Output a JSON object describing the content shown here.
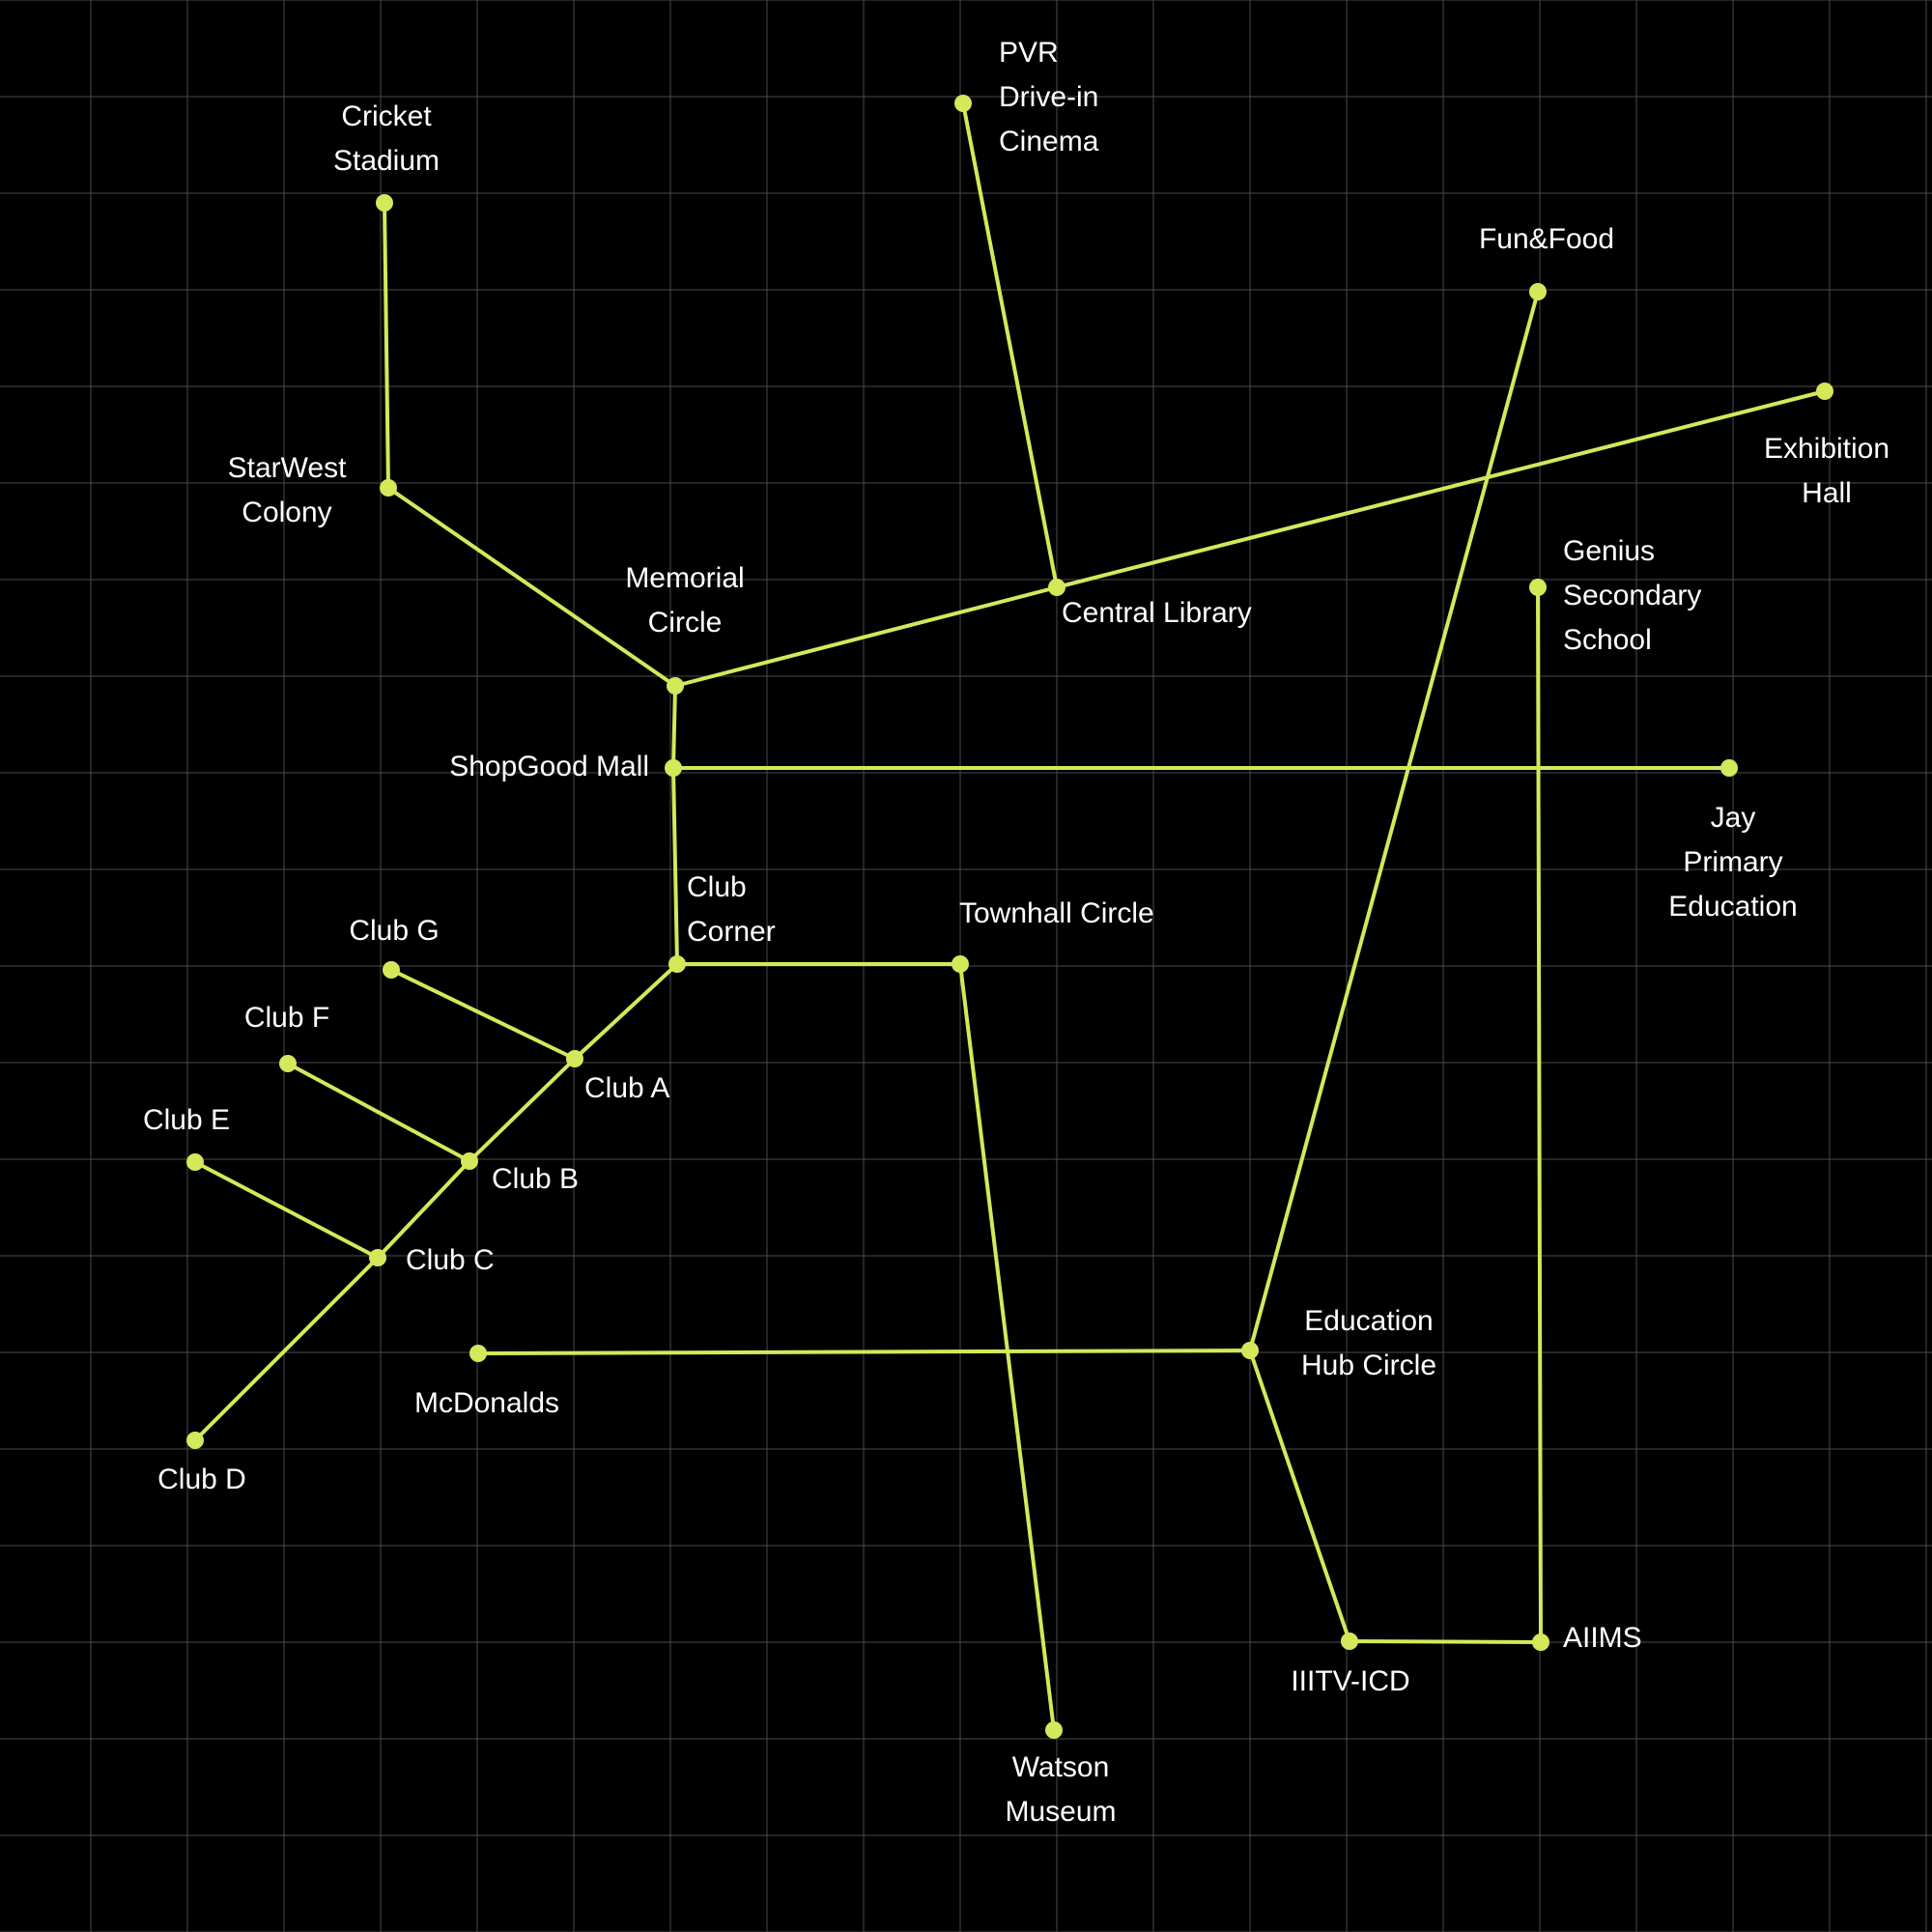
{
  "theme": {
    "background": "#000000",
    "grid": "#4a4a4a",
    "road": "#d4e85a",
    "text": "#ffffff"
  },
  "places": [
    {
      "id": "cricket-stadium",
      "lines": [
        "Cricket",
        "Stadium"
      ]
    },
    {
      "id": "starwest-colony",
      "lines": [
        "StarWest",
        "Colony"
      ]
    },
    {
      "id": "pvr-drive-in-cinema",
      "lines": [
        "PVR",
        "Drive-in",
        "Cinema"
      ]
    },
    {
      "id": "fun-and-food",
      "lines": [
        "Fun&Food"
      ]
    },
    {
      "id": "exhibition-hall",
      "lines": [
        "Exhibition",
        "Hall"
      ]
    },
    {
      "id": "memorial-circle",
      "lines": [
        "Memorial",
        "Circle"
      ]
    },
    {
      "id": "central-library",
      "lines": [
        "Central Library"
      ]
    },
    {
      "id": "genius-secondary-school",
      "lines": [
        "Genius",
        "Secondary",
        "School"
      ]
    },
    {
      "id": "shopgood-mall",
      "lines": [
        "ShopGood Mall"
      ]
    },
    {
      "id": "jay-primary-education",
      "lines": [
        "Jay",
        "Primary",
        "Education"
      ]
    },
    {
      "id": "club-corner",
      "lines": [
        "Club",
        "Corner"
      ]
    },
    {
      "id": "townhall-circle",
      "lines": [
        "Townhall Circle"
      ]
    },
    {
      "id": "club-g",
      "lines": [
        "Club G"
      ]
    },
    {
      "id": "club-a",
      "lines": [
        "Club A"
      ]
    },
    {
      "id": "club-f",
      "lines": [
        "Club F"
      ]
    },
    {
      "id": "club-b",
      "lines": [
        "Club B"
      ]
    },
    {
      "id": "club-e",
      "lines": [
        "Club E"
      ]
    },
    {
      "id": "club-c",
      "lines": [
        "Club C"
      ]
    },
    {
      "id": "mcdonalds",
      "lines": [
        "McDonalds"
      ]
    },
    {
      "id": "education-hub-circle",
      "lines": [
        "Education",
        "Hub Circle"
      ]
    },
    {
      "id": "club-d",
      "lines": [
        "Club D"
      ]
    },
    {
      "id": "iiitv-icd",
      "lines": [
        "IIITV-ICD"
      ]
    },
    {
      "id": "aiims",
      "lines": [
        "AIIMS"
      ]
    },
    {
      "id": "watson-museum",
      "lines": [
        "Watson",
        "Museum"
      ]
    }
  ],
  "roads": [
    [
      "cricket-stadium",
      "starwest-colony"
    ],
    [
      "starwest-colony",
      "memorial-circle"
    ],
    [
      "memorial-circle",
      "central-library"
    ],
    [
      "central-library",
      "exhibition-hall"
    ],
    [
      "pvr-drive-in-cinema",
      "central-library"
    ],
    [
      "memorial-circle",
      "shopgood-mall"
    ],
    [
      "shopgood-mall",
      "jay-primary-education"
    ],
    [
      "shopgood-mall",
      "club-corner"
    ],
    [
      "club-corner",
      "townhall-circle"
    ],
    [
      "townhall-circle",
      "watson-museum"
    ],
    [
      "club-corner",
      "club-a"
    ],
    [
      "club-a",
      "club-b"
    ],
    [
      "club-b",
      "club-c"
    ],
    [
      "club-c",
      "club-d"
    ],
    [
      "club-g",
      "club-a"
    ],
    [
      "club-f",
      "club-b"
    ],
    [
      "club-e",
      "club-c"
    ],
    [
      "mcdonalds",
      "education-hub-circle"
    ],
    [
      "fun-and-food",
      "education-hub-circle"
    ],
    [
      "education-hub-circle",
      "iiitv-icd"
    ],
    [
      "iiitv-icd",
      "aiims"
    ],
    [
      "genius-secondary-school",
      "aiims"
    ]
  ]
}
